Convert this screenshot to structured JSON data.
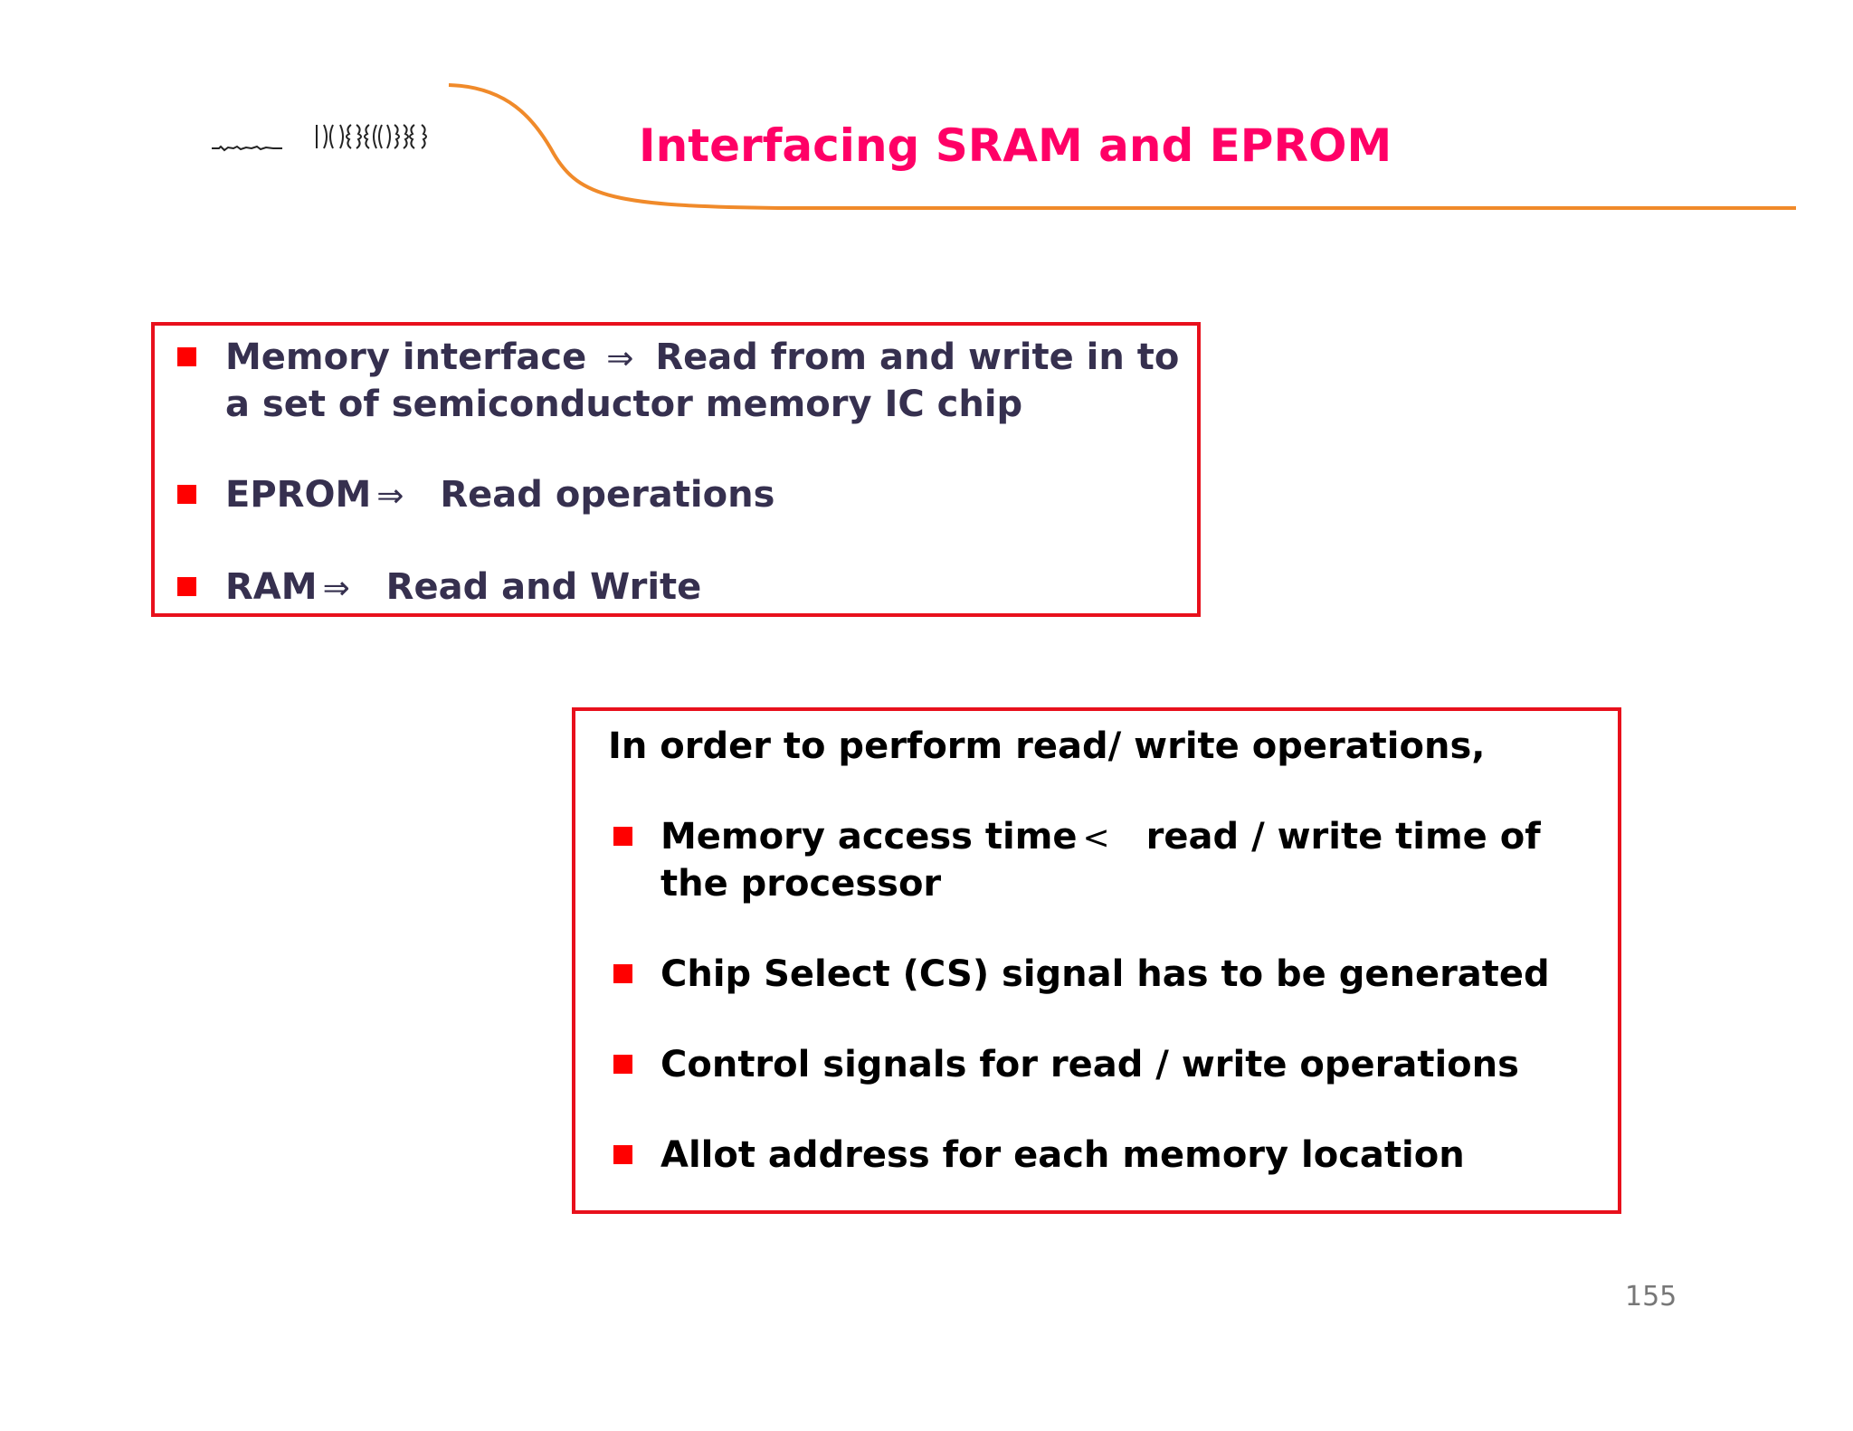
{
  "slide": {
    "title": "Interfacing SRAM and EPROM",
    "page_number": "155",
    "colors": {
      "title": "#ff0066",
      "header_curve": "#f08a2a",
      "box_border": "#e8101c",
      "bullet": "#ff0000",
      "top_text": "#36304f",
      "bottom_text": "#000000"
    }
  },
  "top_box": {
    "items": [
      {
        "term": "Memory interface",
        "symbol": "⇒",
        "text": "Read from and write in to a set of semiconductor memory IC chip"
      },
      {
        "term": "EPROM",
        "symbol": "⇒",
        "text": "Read operations"
      },
      {
        "term": "RAM",
        "symbol": "⇒",
        "text": "Read and Write"
      }
    ]
  },
  "bottom_box": {
    "intro": "In order to perform read/ write operations,",
    "items": [
      {
        "term": "Memory access time",
        "symbol": "<",
        "text": "read / write time of the processor"
      },
      {
        "text": "Chip Select (CS) signal has to be generated"
      },
      {
        "text": "Control signals for read / write operations"
      },
      {
        "text": "Allot address for each memory location"
      }
    ]
  }
}
